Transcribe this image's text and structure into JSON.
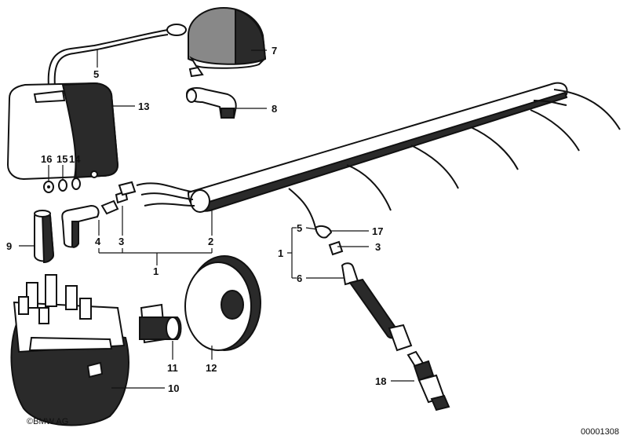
{
  "diagram": {
    "callouts": [
      {
        "id": "c1a",
        "label": "1"
      },
      {
        "id": "c1b",
        "label": "1"
      },
      {
        "id": "c2",
        "label": "2"
      },
      {
        "id": "c3a",
        "label": "3"
      },
      {
        "id": "c3b",
        "label": "3"
      },
      {
        "id": "c4",
        "label": "4"
      },
      {
        "id": "c5a",
        "label": "5"
      },
      {
        "id": "c5b",
        "label": "5"
      },
      {
        "id": "c6",
        "label": "6"
      },
      {
        "id": "c7",
        "label": "7"
      },
      {
        "id": "c8",
        "label": "8"
      },
      {
        "id": "c9",
        "label": "9"
      },
      {
        "id": "c10",
        "label": "10"
      },
      {
        "id": "c11",
        "label": "11"
      },
      {
        "id": "c12",
        "label": "12"
      },
      {
        "id": "c13",
        "label": "13"
      },
      {
        "id": "c14",
        "label": "14"
      },
      {
        "id": "c15",
        "label": "15"
      },
      {
        "id": "c16",
        "label": "16"
      },
      {
        "id": "c17",
        "label": "17"
      },
      {
        "id": "c18",
        "label": "18"
      }
    ]
  },
  "footer": {
    "copyright": "©BMW AG",
    "image_number": "00001308"
  }
}
